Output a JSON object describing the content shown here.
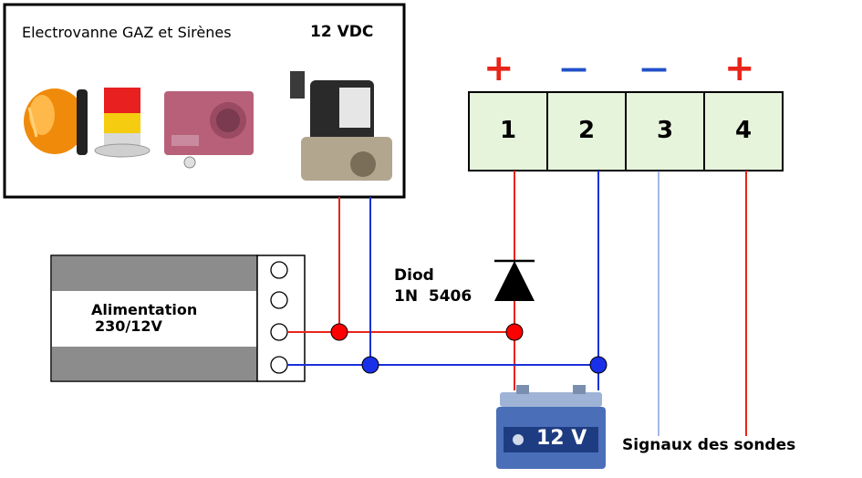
{
  "devices_box": {
    "title": "Electrovanne GAZ et Sirènes",
    "voltage": "12 VDC",
    "devices": [
      {
        "icon": "orange-flash-light-icon"
      },
      {
        "icon": "stack-light-icon"
      },
      {
        "icon": "siren-box-icon"
      },
      {
        "icon": "gas-solenoid-valve-icon"
      }
    ]
  },
  "terminal_block": {
    "terminals": [
      {
        "number": "1",
        "polarity": "+",
        "polarity_color": "#e8251a"
      },
      {
        "number": "2",
        "polarity": "—",
        "polarity_color": "#2050c8"
      },
      {
        "number": "3",
        "polarity": "—",
        "polarity_color": "#2050c8"
      },
      {
        "number": "4",
        "polarity": "+",
        "polarity_color": "#e8251a"
      }
    ],
    "fill_color": "#e6f4dc"
  },
  "power_supply": {
    "label": "Alimentation",
    "rating": "230/12V"
  },
  "diode": {
    "label": "Diod",
    "part": "1N  5406"
  },
  "battery": {
    "label": "12 V"
  },
  "probe_signals": {
    "label": "Signaux des sondes"
  },
  "colors": {
    "positive_wire": "#e8251a",
    "negative_wire": "#1a30d8",
    "junction_red": "#ff0000",
    "junction_blue": "#1a30e8"
  }
}
